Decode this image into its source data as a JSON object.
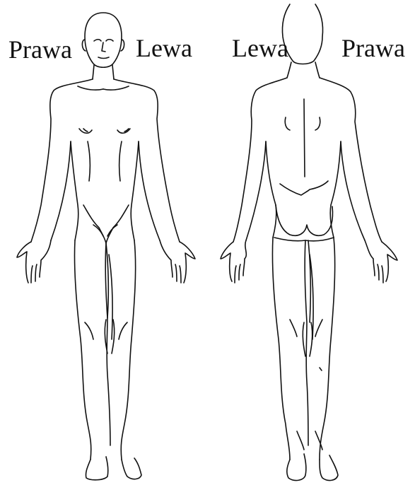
{
  "labels": {
    "front_right": "Prawa",
    "front_left": "Lewa",
    "back_left": "Lewa",
    "back_right": "Prawa"
  },
  "colors": {
    "line": "#111111",
    "background": "#ffffff"
  }
}
